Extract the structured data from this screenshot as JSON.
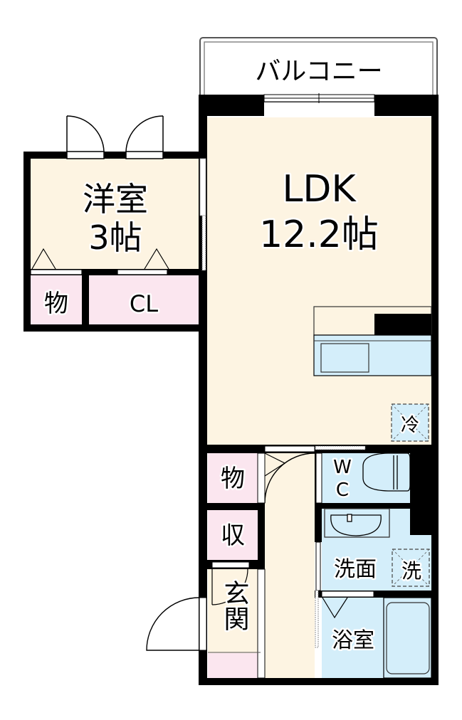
{
  "floorplan": {
    "colors": {
      "wall": "#000000",
      "floor_main": "#fdf4e2",
      "storage": "#fbe6ef",
      "wet_area": "#d4eefa",
      "balcony": "#ffffff",
      "outline": "#333333"
    },
    "balcony": {
      "label": "バルコニー"
    },
    "rooms": {
      "western_room": {
        "name": "洋室",
        "size": "3帖"
      },
      "ldk": {
        "name": "LDK",
        "size": "12.2帖"
      },
      "storage_top_small": {
        "label": "物"
      },
      "closet": {
        "label": "CL"
      },
      "storage_mid": {
        "label": "物"
      },
      "storage_low": {
        "label": "収"
      },
      "entrance": {
        "label": "玄関"
      },
      "toilet": {
        "label_line1": "W",
        "label_line2": "C"
      },
      "washroom": {
        "label": "洗面"
      },
      "washer_space": {
        "label": "洗"
      },
      "fridge_space": {
        "label": "冷"
      },
      "bathroom": {
        "label": "浴室"
      }
    }
  }
}
